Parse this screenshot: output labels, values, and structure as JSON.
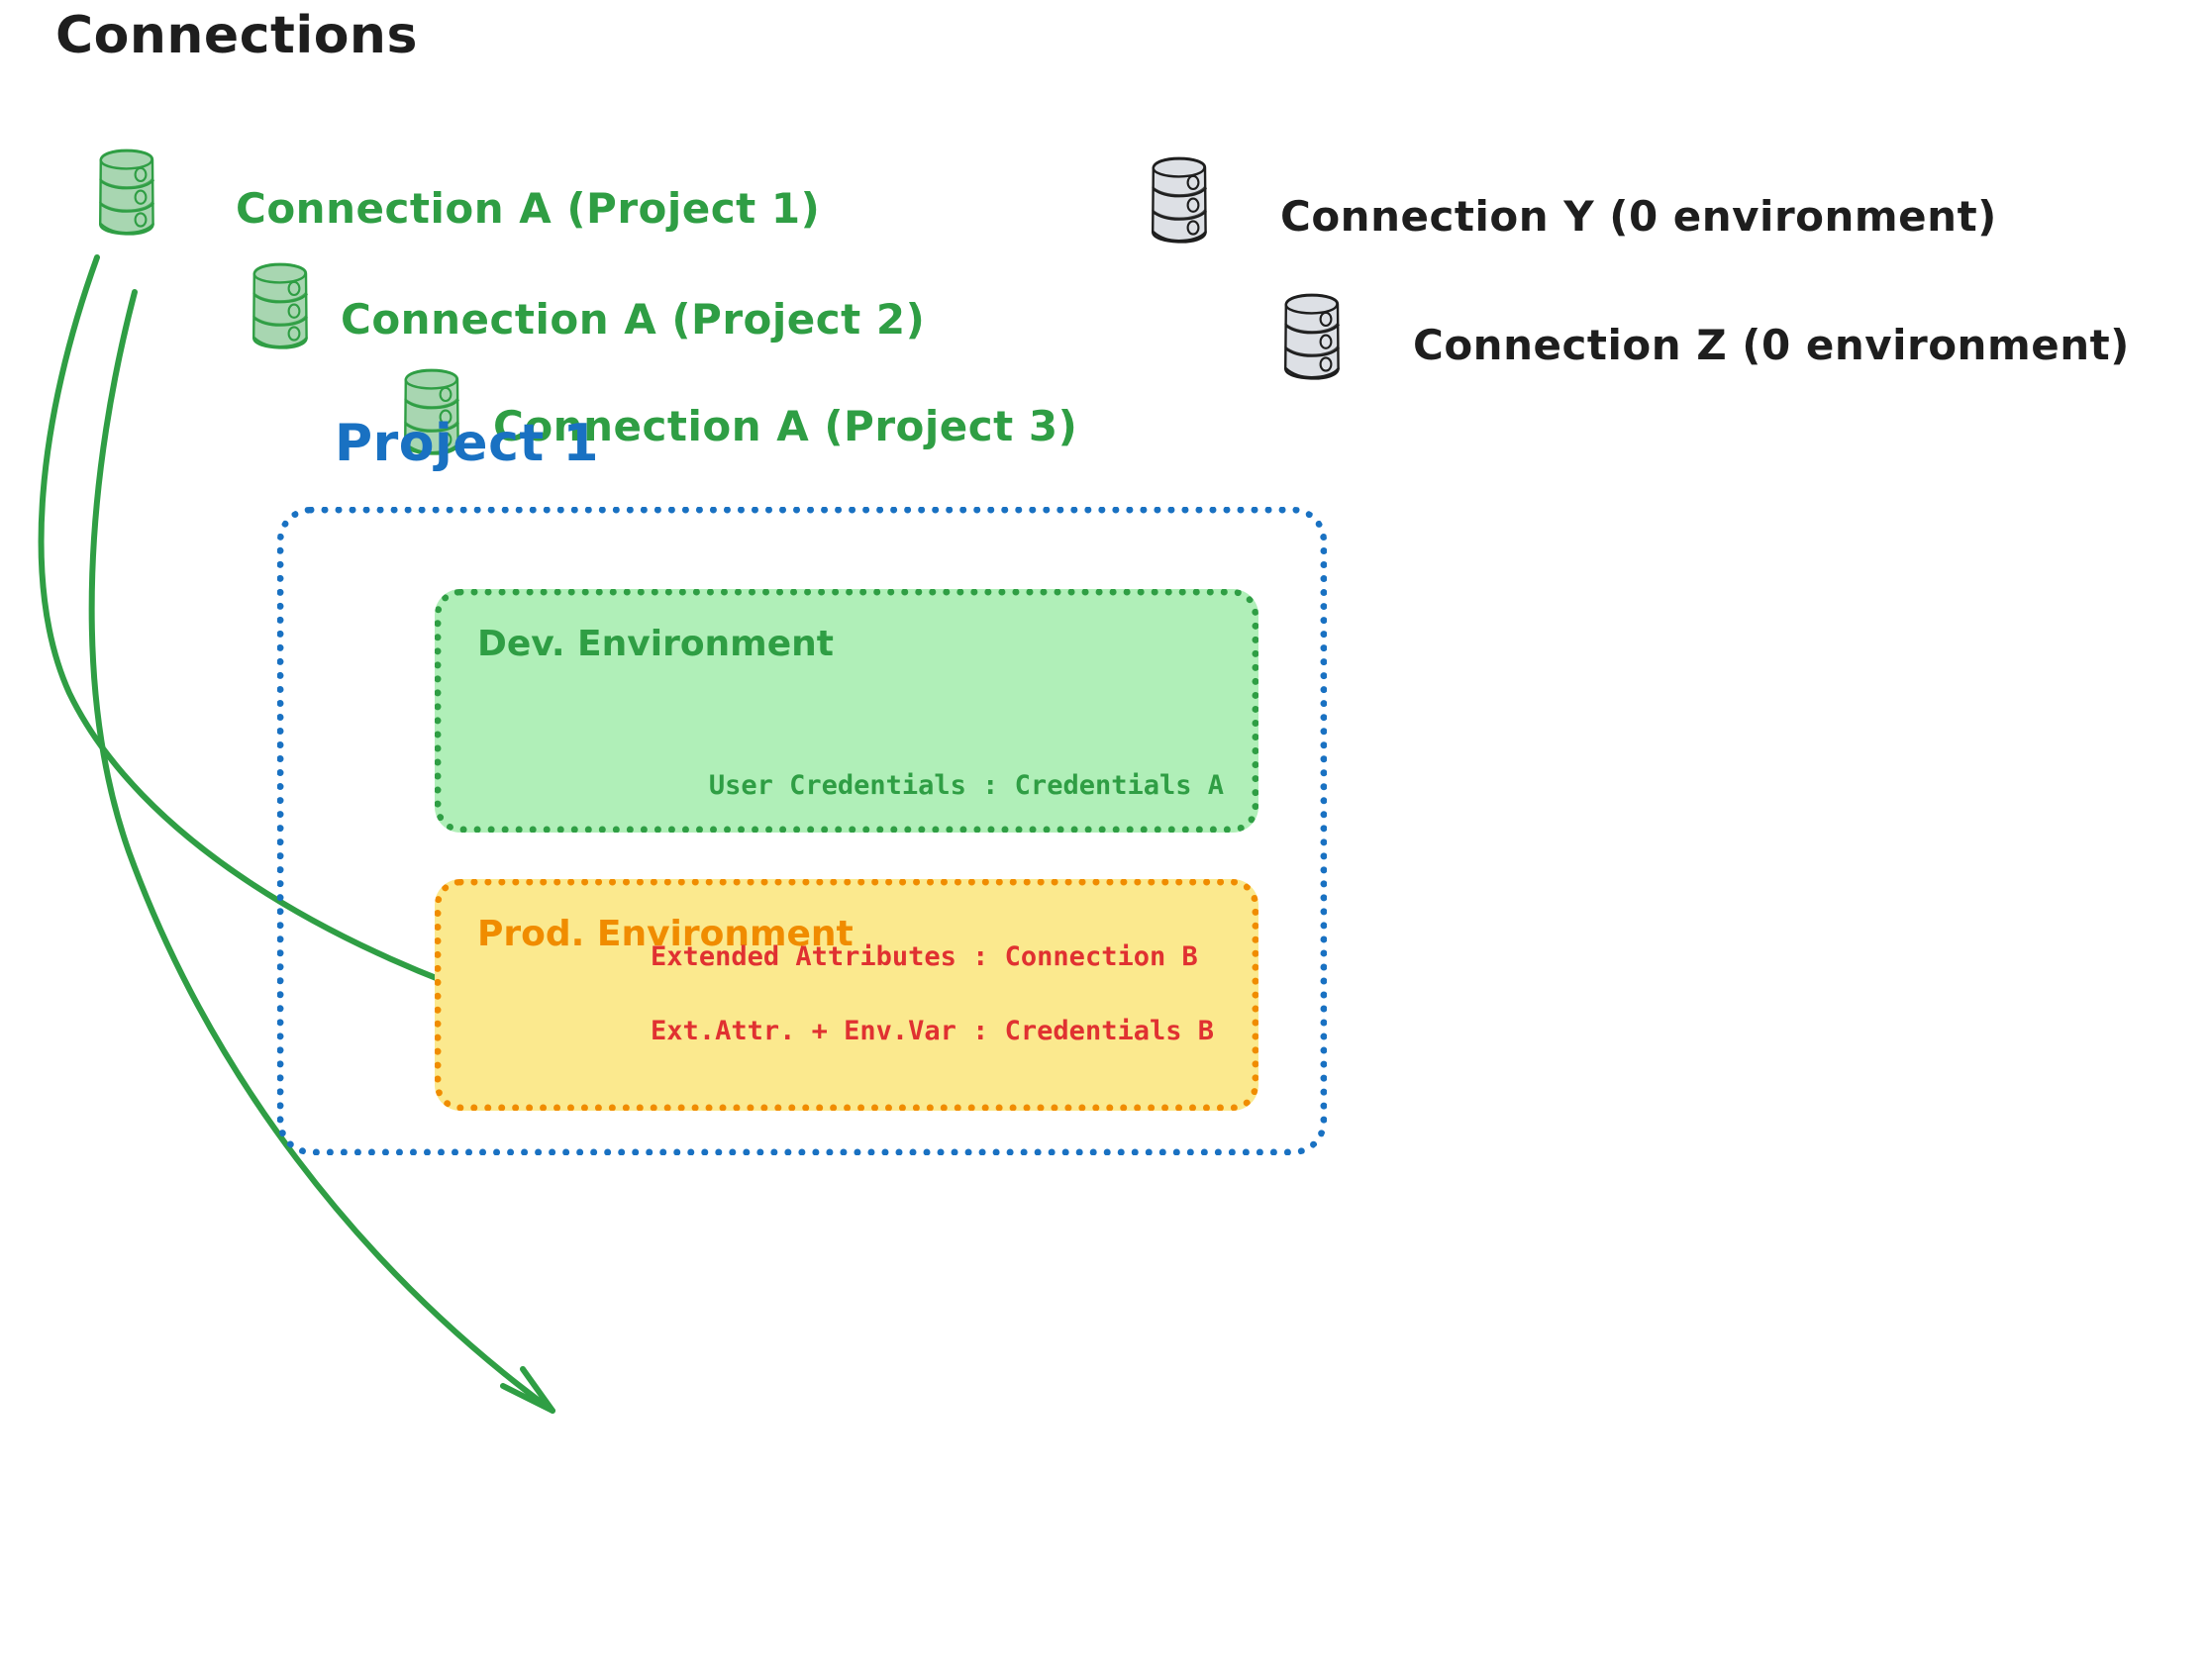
{
  "title": "Connections",
  "connections": [
    {
      "id": "conn-a-p1",
      "label": "Connection A (Project 1)",
      "color": "#2f9e44",
      "icon": "database-icon"
    },
    {
      "id": "conn-a-p2",
      "label": "Connection A (Project 2)",
      "color": "#2f9e44",
      "icon": "database-icon"
    },
    {
      "id": "conn-a-p3",
      "label": "Connection A (Project 3)",
      "color": "#2f9e44",
      "icon": "database-icon"
    },
    {
      "id": "conn-y",
      "label": "Connection Y (0 environment)",
      "color": "#1e1e1e",
      "icon": "database-icon"
    },
    {
      "id": "conn-z",
      "label": "Connection Z (0 environment)",
      "color": "#1e1e1e",
      "icon": "database-icon"
    }
  ],
  "project": {
    "title": "Project 1",
    "color": "#1971c2",
    "environments": [
      {
        "id": "dev",
        "title": "Dev. Environment",
        "accent": "#2f9e44",
        "fill": "#b0efb8",
        "text_color": "#2f9e44",
        "lines": [
          "User Credentials : Credentials A"
        ]
      },
      {
        "id": "prod",
        "title": "Prod. Environment",
        "accent": "#f08c00",
        "fill": "#fbe98e",
        "text_color": "#e03131",
        "lines": [
          "Extended Attributes : Connection B",
          "Ext.Attr. + Env.Var : Credentials B"
        ]
      }
    ]
  },
  "arrows": [
    {
      "id": "arrow-to-dev",
      "from": "conn-a-p1",
      "to": "dev",
      "color": "#2f9e44"
    },
    {
      "id": "arrow-to-prod",
      "from": "conn-a-p1",
      "to": "prod",
      "color": "#2f9e44"
    }
  ]
}
